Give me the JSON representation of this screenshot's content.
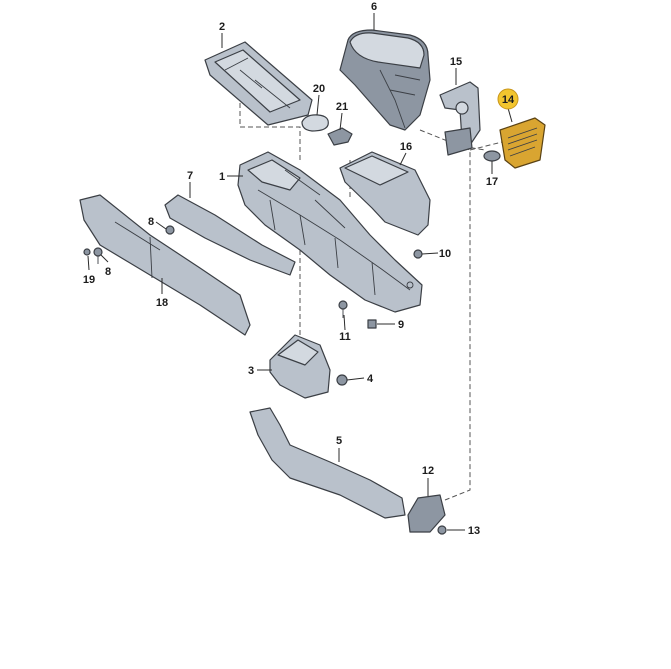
{
  "callouts": [
    {
      "id": "c1",
      "label": "1"
    },
    {
      "id": "c2",
      "label": "2"
    },
    {
      "id": "c3",
      "label": "3"
    },
    {
      "id": "c4",
      "label": "4"
    },
    {
      "id": "c5",
      "label": "5"
    },
    {
      "id": "c6",
      "label": "6"
    },
    {
      "id": "c7",
      "label": "7"
    },
    {
      "id": "c8a",
      "label": "8"
    },
    {
      "id": "c8b",
      "label": "8"
    },
    {
      "id": "c9",
      "label": "9"
    },
    {
      "id": "c10",
      "label": "10"
    },
    {
      "id": "c11",
      "label": "11"
    },
    {
      "id": "c12",
      "label": "12"
    },
    {
      "id": "c13",
      "label": "13"
    },
    {
      "id": "c14",
      "label": "14",
      "highlighted": true
    },
    {
      "id": "c15",
      "label": "15"
    },
    {
      "id": "c16",
      "label": "16"
    },
    {
      "id": "c17",
      "label": "17"
    },
    {
      "id": "c18",
      "label": "18"
    },
    {
      "id": "c19",
      "label": "19"
    },
    {
      "id": "c20",
      "label": "20"
    },
    {
      "id": "c21",
      "label": "21"
    }
  ],
  "colors": {
    "part": "#b9c1cb",
    "outline": "#3b3f45",
    "highlight": "#d9a531",
    "highlight_badge": "#f2c52e"
  }
}
